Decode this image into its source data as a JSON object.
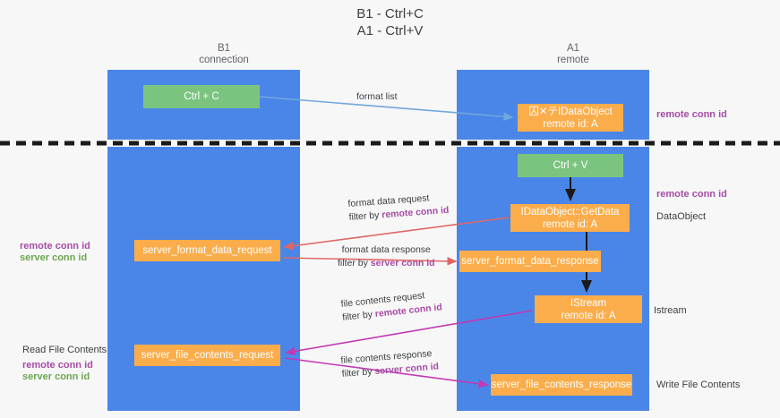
{
  "title": {
    "line1": "B1 - Ctrl+C",
    "line2": "A1 - Ctrl+V"
  },
  "columns": {
    "b1": {
      "name": "B1",
      "role": "connection"
    },
    "a1": {
      "name": "A1",
      "role": "remote"
    }
  },
  "nodes": {
    "ctrl_c": {
      "label": "Ctrl + C",
      "color": "#7bc47f"
    },
    "idataobject": {
      "line1": "囚✕テIDataObject",
      "line2": "remote id: A",
      "color": "#fbad4b"
    },
    "ctrl_v": {
      "label": "Ctrl + V",
      "color": "#7bc47f"
    },
    "getdata": {
      "line1": "IDataObject::GetData",
      "line2": "remote id: A",
      "color": "#fbad4b"
    },
    "format_data_request": {
      "label": "server_format_data_request",
      "color": "#fbad4b"
    },
    "format_data_response": {
      "label": "server_format_data_response",
      "color": "#fbad4b"
    },
    "istream": {
      "line1": "IStream",
      "line2": "remote id: A",
      "color": "#fbad4b"
    },
    "file_contents_request": {
      "label": "server_file_contents_request",
      "color": "#fbad4b"
    },
    "file_contents_response": {
      "label": "server_file_contents_response",
      "color": "#fbad4b"
    }
  },
  "edges": {
    "format_list": {
      "label": "format list"
    },
    "format_data_request": {
      "label": "format data request",
      "filter_prefix": "filter by ",
      "filter_key": "remote conn id"
    },
    "format_data_response": {
      "label": "format data response",
      "filter_prefix": "filter by ",
      "filter_key": "server conn id"
    },
    "file_contents_request": {
      "label": "file contents request",
      "filter_prefix": "filter by ",
      "filter_key": "remote conn id"
    },
    "file_contents_response": {
      "label": "file contents response",
      "filter_prefix": "filter by ",
      "filter_key": "server conn id"
    }
  },
  "annotations": {
    "right_remote_conn_id_top": "remote conn id",
    "right_remote_conn_id_mid": "remote conn id",
    "dataobject": "DataObject",
    "istream": "Istream",
    "write_file_contents": "Write File Contents",
    "read_file_contents": "Read File Contents",
    "left_remote_conn_id": "remote conn id",
    "left_server_conn_id": "server conn id",
    "left2_remote_conn_id": "remote conn id",
    "left2_server_conn_id": "server conn id"
  },
  "colors": {
    "band": "#4a86e8",
    "green_box": "#7bc47f",
    "orange_box": "#fbad4b",
    "purple": "#a64ca6",
    "green_text": "#6aa84f",
    "arrow_blue": "#6fa8dc",
    "arrow_red": "#e06666",
    "arrow_magenta": "#c239b3",
    "arrow_black": "#1a1a1a",
    "divider": "#1a1a1a",
    "background": "#f7f7f7"
  }
}
